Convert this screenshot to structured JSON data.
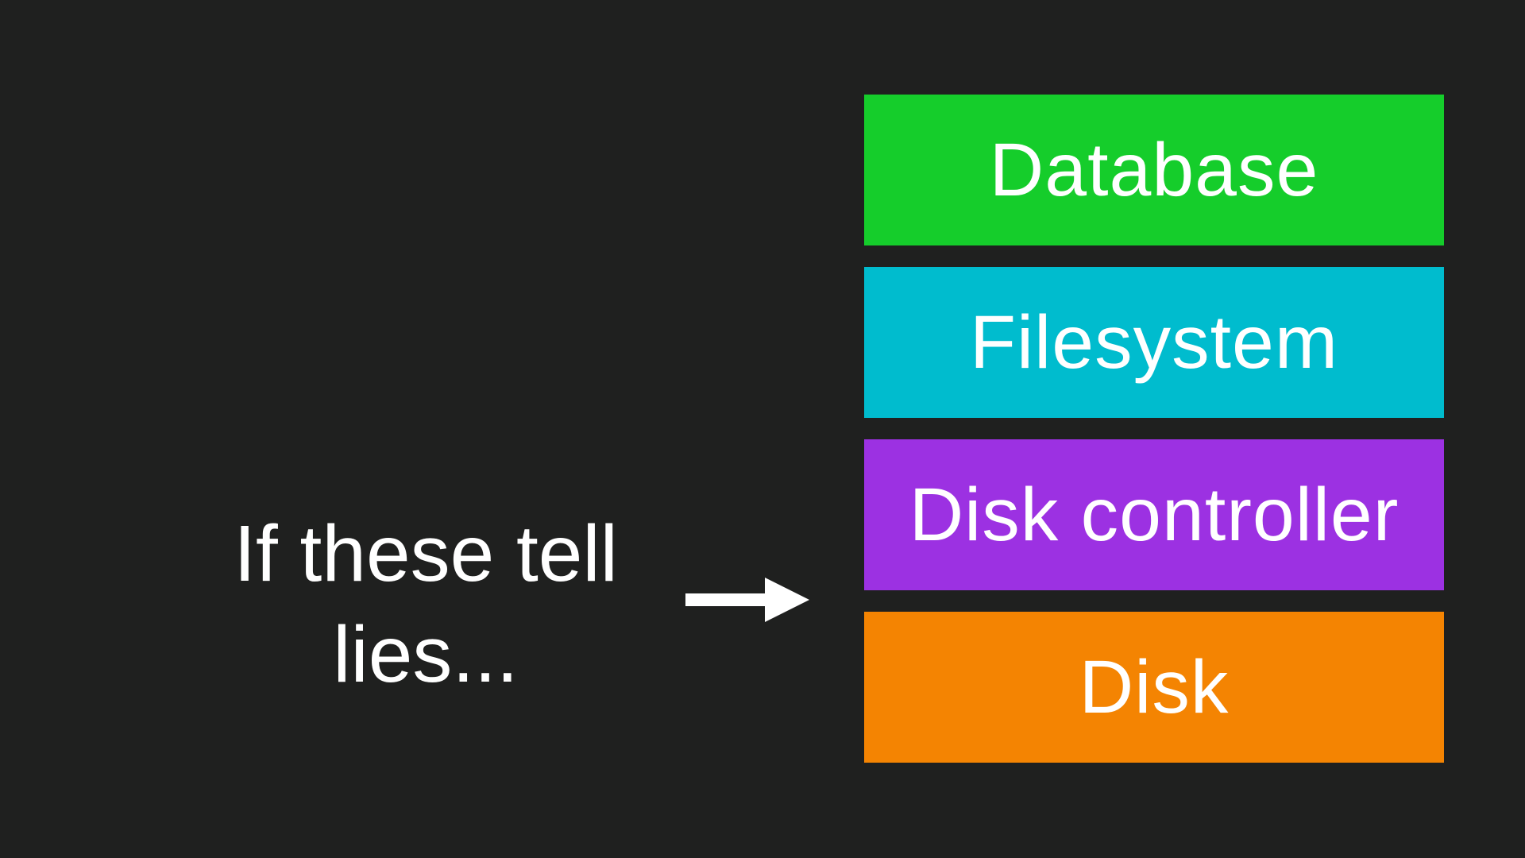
{
  "slide": {
    "background_color": "#1f201f",
    "text_color": "#ffffff",
    "caption": {
      "line1": "If these tell",
      "line2": "lies..."
    },
    "arrow": {
      "icon": "right-arrow-icon",
      "color": "#ffffff"
    },
    "stack": {
      "layers": [
        {
          "label": "Database",
          "color": "#15cd2b"
        },
        {
          "label": "Filesystem",
          "color": "#00bcce"
        },
        {
          "label": "Disk controller",
          "color": "#9c31e2"
        },
        {
          "label": "Disk",
          "color": "#f48402"
        }
      ]
    }
  }
}
